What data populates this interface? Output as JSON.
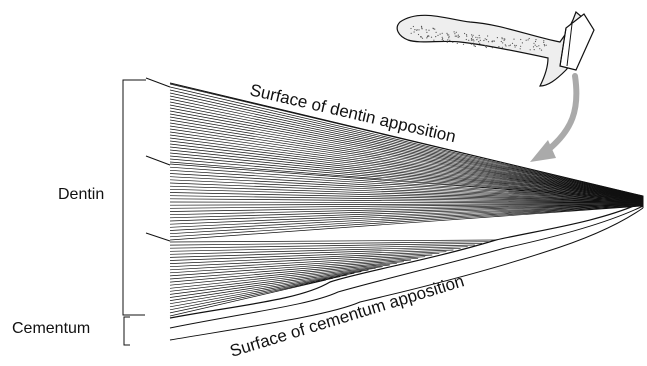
{
  "labels": {
    "dentin": "Dentin",
    "cementum": "Cementum",
    "dentin_surface": "Surface of dentin apposition",
    "cementum_surface": "Surface of cementum apposition"
  },
  "colors": {
    "line": "#111111",
    "arrow": "#aaaaaa",
    "stipple": "#555555"
  },
  "icons": {
    "tooth_inset": "tooth-cross-section-icon",
    "arrow": "curved-arrow-icon"
  }
}
